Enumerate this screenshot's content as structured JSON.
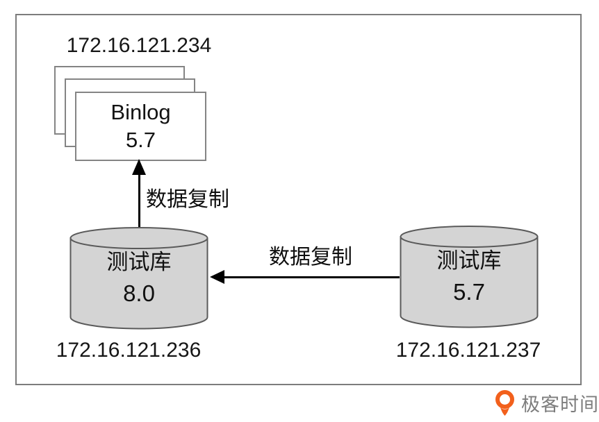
{
  "colors": {
    "cylinder_fill": "#d4d4d4",
    "cylinder_stroke": "#5a5a5a",
    "arrow": "#000000",
    "frame_border": "#7c7c7c",
    "brand_orange": "#f2601c",
    "brand_text_gray": "#7d7d7d"
  },
  "nodes": {
    "binlog": {
      "ip": "172.16.121.234",
      "label": "Binlog",
      "version": "5.7"
    },
    "db_target": {
      "name": "测试库",
      "version": "8.0",
      "ip": "172.16.121.236"
    },
    "db_source": {
      "name": "测试库",
      "version": "5.7",
      "ip": "172.16.121.237"
    }
  },
  "arrows": {
    "up": {
      "label": "数据复制"
    },
    "left": {
      "label": "数据复制"
    }
  },
  "footer": {
    "brand": "极客时间"
  }
}
